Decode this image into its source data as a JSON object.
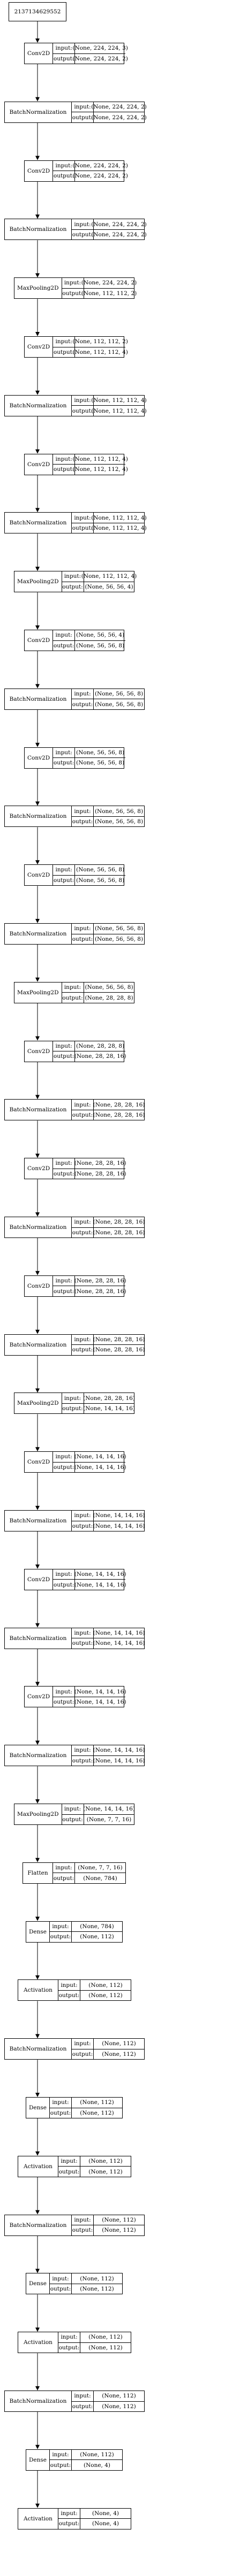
{
  "model_id": "2137134629552",
  "io_labels": {
    "input": "input:",
    "output": "output:"
  },
  "layers": [
    {
      "name": "Conv2D",
      "input": "(None, 224, 224, 3)",
      "output": "(None, 224, 224, 2)"
    },
    {
      "name": "BatchNormalization",
      "input": "(None, 224, 224, 2)",
      "output": "(None, 224, 224, 2)"
    },
    {
      "name": "Conv2D",
      "input": "(None, 224, 224, 2)",
      "output": "(None, 224, 224, 2)"
    },
    {
      "name": "BatchNormalization",
      "input": "(None, 224, 224, 2)",
      "output": "(None, 224, 224, 2)"
    },
    {
      "name": "MaxPooling2D",
      "input": "(None, 224, 224, 2)",
      "output": "(None, 112, 112, 2)"
    },
    {
      "name": "Conv2D",
      "input": "(None, 112, 112, 2)",
      "output": "(None, 112, 112, 4)"
    },
    {
      "name": "BatchNormalization",
      "input": "(None, 112, 112, 4)",
      "output": "(None, 112, 112, 4)"
    },
    {
      "name": "Conv2D",
      "input": "(None, 112, 112, 4)",
      "output": "(None, 112, 112, 4)"
    },
    {
      "name": "BatchNormalization",
      "input": "(None, 112, 112, 4)",
      "output": "(None, 112, 112, 4)"
    },
    {
      "name": "MaxPooling2D",
      "input": "(None, 112, 112, 4)",
      "output": "(None, 56, 56, 4)"
    },
    {
      "name": "Conv2D",
      "input": "(None, 56, 56, 4)",
      "output": "(None, 56, 56, 8)"
    },
    {
      "name": "BatchNormalization",
      "input": "(None, 56, 56, 8)",
      "output": "(None, 56, 56, 8)"
    },
    {
      "name": "Conv2D",
      "input": "(None, 56, 56, 8)",
      "output": "(None, 56, 56, 8)"
    },
    {
      "name": "BatchNormalization",
      "input": "(None, 56, 56, 8)",
      "output": "(None, 56, 56, 8)"
    },
    {
      "name": "Conv2D",
      "input": "(None, 56, 56, 8)",
      "output": "(None, 56, 56, 8)"
    },
    {
      "name": "BatchNormalization",
      "input": "(None, 56, 56, 8)",
      "output": "(None, 56, 56, 8)"
    },
    {
      "name": "MaxPooling2D",
      "input": "(None, 56, 56, 8)",
      "output": "(None, 28, 28, 8)"
    },
    {
      "name": "Conv2D",
      "input": "(None, 28, 28, 8)",
      "output": "(None, 28, 28, 16)"
    },
    {
      "name": "BatchNormalization",
      "input": "(None, 28, 28, 16)",
      "output": "(None, 28, 28, 16)"
    },
    {
      "name": "Conv2D",
      "input": "(None, 28, 28, 16)",
      "output": "(None, 28, 28, 16)"
    },
    {
      "name": "BatchNormalization",
      "input": "(None, 28, 28, 16)",
      "output": "(None, 28, 28, 16)"
    },
    {
      "name": "Conv2D",
      "input": "(None, 28, 28, 16)",
      "output": "(None, 28, 28, 16)"
    },
    {
      "name": "BatchNormalization",
      "input": "(None, 28, 28, 16)",
      "output": "(None, 28, 28, 16)"
    },
    {
      "name": "MaxPooling2D",
      "input": "(None, 28, 28, 16)",
      "output": "(None, 14, 14, 16)"
    },
    {
      "name": "Conv2D",
      "input": "(None, 14, 14, 16)",
      "output": "(None, 14, 14, 16)"
    },
    {
      "name": "BatchNormalization",
      "input": "(None, 14, 14, 16)",
      "output": "(None, 14, 14, 16)"
    },
    {
      "name": "Conv2D",
      "input": "(None, 14, 14, 16)",
      "output": "(None, 14, 14, 16)"
    },
    {
      "name": "BatchNormalization",
      "input": "(None, 14, 14, 16)",
      "output": "(None, 14, 14, 16)"
    },
    {
      "name": "Conv2D",
      "input": "(None, 14, 14, 16)",
      "output": "(None, 14, 14, 16)"
    },
    {
      "name": "BatchNormalization",
      "input": "(None, 14, 14, 16)",
      "output": "(None, 14, 14, 16)"
    },
    {
      "name": "MaxPooling2D",
      "input": "(None, 14, 14, 16)",
      "output": "(None, 7, 7, 16)"
    },
    {
      "name": "Flatten",
      "input": "(None, 7, 7, 16)",
      "output": "(None, 784)"
    },
    {
      "name": "Dense",
      "input": "(None, 784)",
      "output": "(None, 112)"
    },
    {
      "name": "Activation",
      "input": "(None, 112)",
      "output": "(None, 112)"
    },
    {
      "name": "BatchNormalization",
      "input": "(None, 112)",
      "output": "(None, 112)"
    },
    {
      "name": "Dense",
      "input": "(None, 112)",
      "output": "(None, 112)"
    },
    {
      "name": "Activation",
      "input": "(None, 112)",
      "output": "(None, 112)"
    },
    {
      "name": "BatchNormalization",
      "input": "(None, 112)",
      "output": "(None, 112)"
    },
    {
      "name": "Dense",
      "input": "(None, 112)",
      "output": "(None, 112)"
    },
    {
      "name": "Activation",
      "input": "(None, 112)",
      "output": "(None, 112)"
    },
    {
      "name": "BatchNormalization",
      "input": "(None, 112)",
      "output": "(None, 112)"
    },
    {
      "name": "Dense",
      "input": "(None, 112)",
      "output": "(None, 4)"
    },
    {
      "name": "Activation",
      "input": "(None, 4)",
      "output": "(None, 4)"
    }
  ]
}
